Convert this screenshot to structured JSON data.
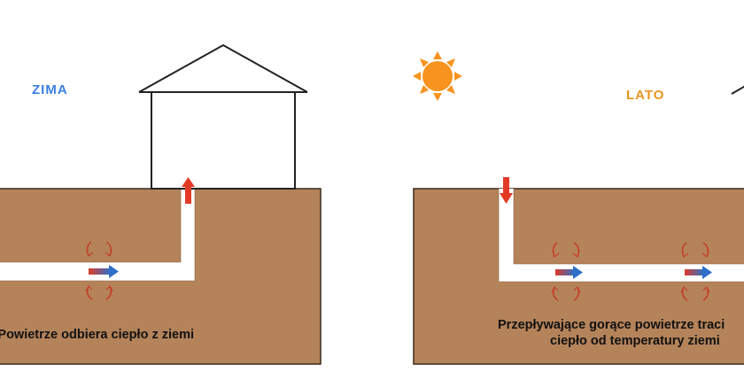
{
  "winter": {
    "label": "ZIMA",
    "caption": "Powietrze odbiera ciepło z ziemi",
    "label_color": "#3b7fe0"
  },
  "summer": {
    "label": "LATO",
    "caption_line1": "Przepływające gorące powietrze traci",
    "caption_line2": "ciepło od temperatury ziemi",
    "label_color": "#e8961e"
  },
  "colors": {
    "soil": "#b5835a",
    "soil_border": "#3a2a1c",
    "pipe": "#ffffff",
    "arrow_red": "#e23a25",
    "arrow_blue": "#2f6fc8",
    "heat_curl": "#c24028",
    "sun": "#f7931e",
    "house_line": "#222222"
  },
  "icons": {
    "sun": "sun-icon",
    "house": "house-icon",
    "flow_arrow": "airflow-arrow-icon",
    "heat_curl": "heat-transfer-curl-icon"
  }
}
